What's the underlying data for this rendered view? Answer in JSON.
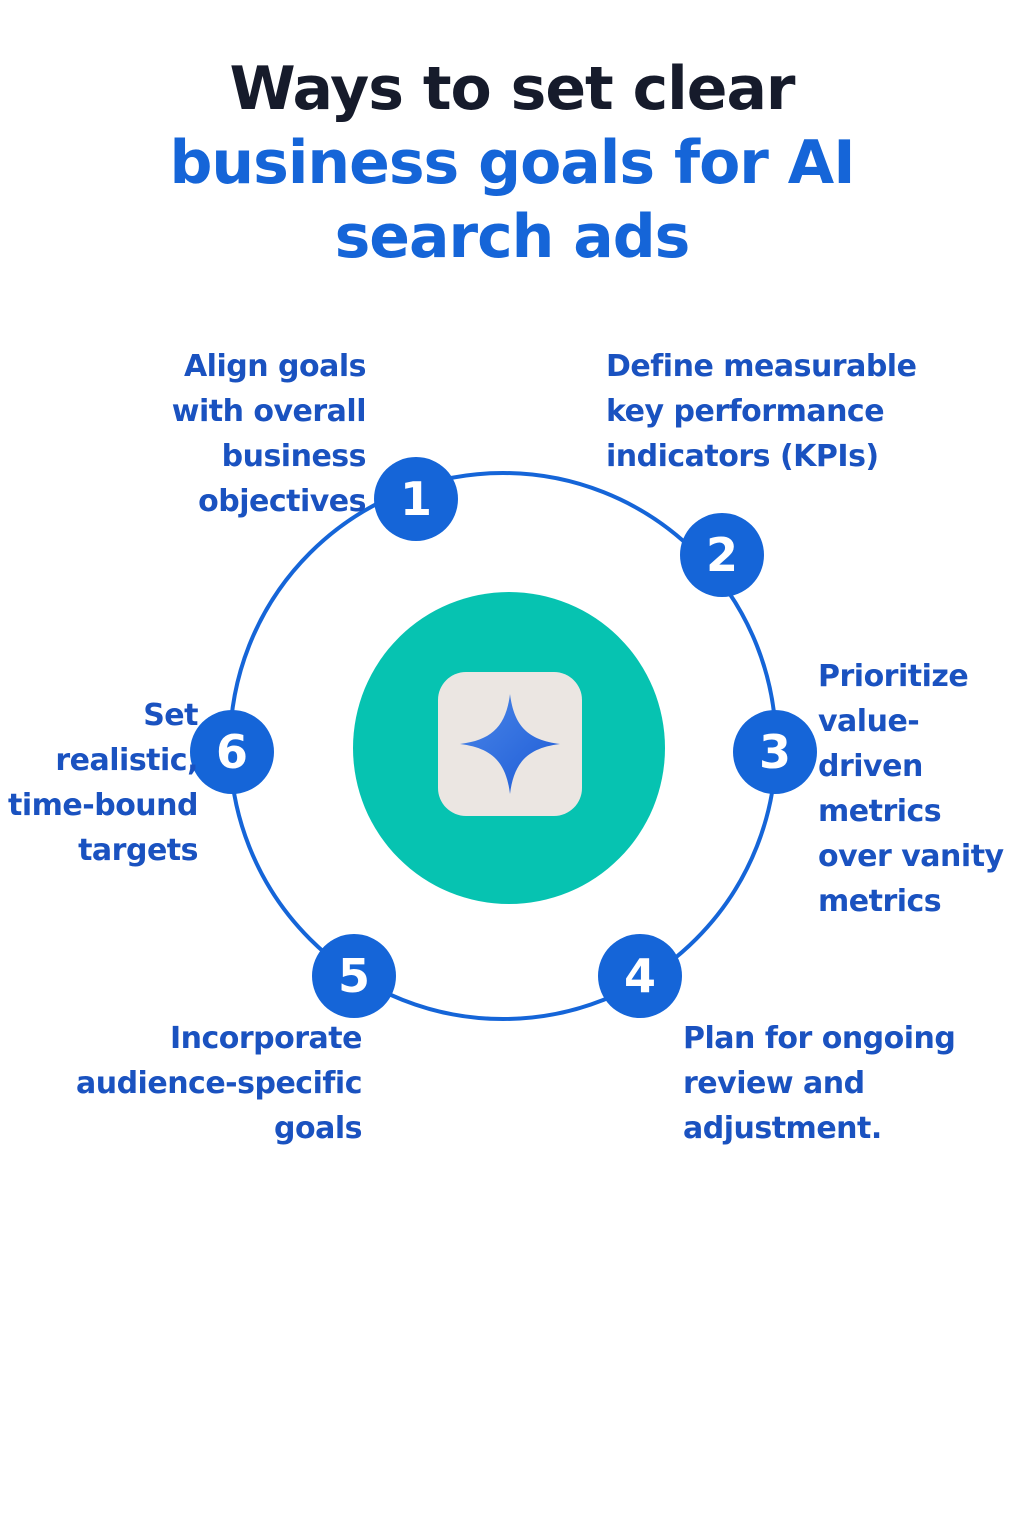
{
  "title": {
    "line1": "Ways to set clear",
    "line2": "business goals for AI",
    "line3": "search ads"
  },
  "center_icon": "four-point-star-icon",
  "colors": {
    "title_dark": "#161b2b",
    "accent_blue": "#1565d8",
    "label_blue": "#1a52c0",
    "core_teal": "#06c3b1",
    "tile_beige": "#ebe6e2"
  },
  "steps": [
    {
      "number": "1",
      "text": "Align goals\nwith overall\nbusiness\nobjectives"
    },
    {
      "number": "2",
      "text": "Define measurable\nkey performance\nindicators (KPIs)"
    },
    {
      "number": "3",
      "text": "Prioritize\nvalue-driven\n metrics\nover vanity\nmetrics"
    },
    {
      "number": "4",
      "text": "Plan for ongoing\nreview and\nadjustment."
    },
    {
      "number": "5",
      "text": "Incorporate\naudience-specific\ngoals"
    },
    {
      "number": "6",
      "text": "Set\nrealistic,\ntime-bound\ntargets"
    }
  ]
}
